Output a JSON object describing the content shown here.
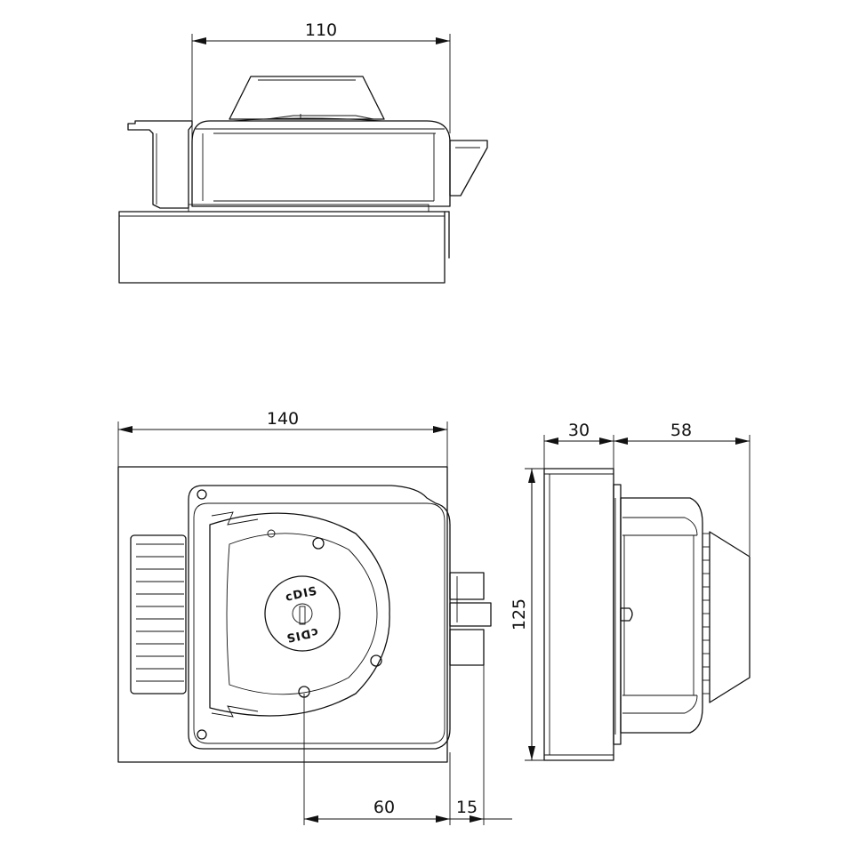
{
  "dimensions": {
    "top_width": "110",
    "front_width": "140",
    "side_depth": "30",
    "knob_depth": "58",
    "height": "125",
    "key_offset": "60",
    "bolt_offset": "15"
  },
  "cylinder_brand": "cDIS"
}
